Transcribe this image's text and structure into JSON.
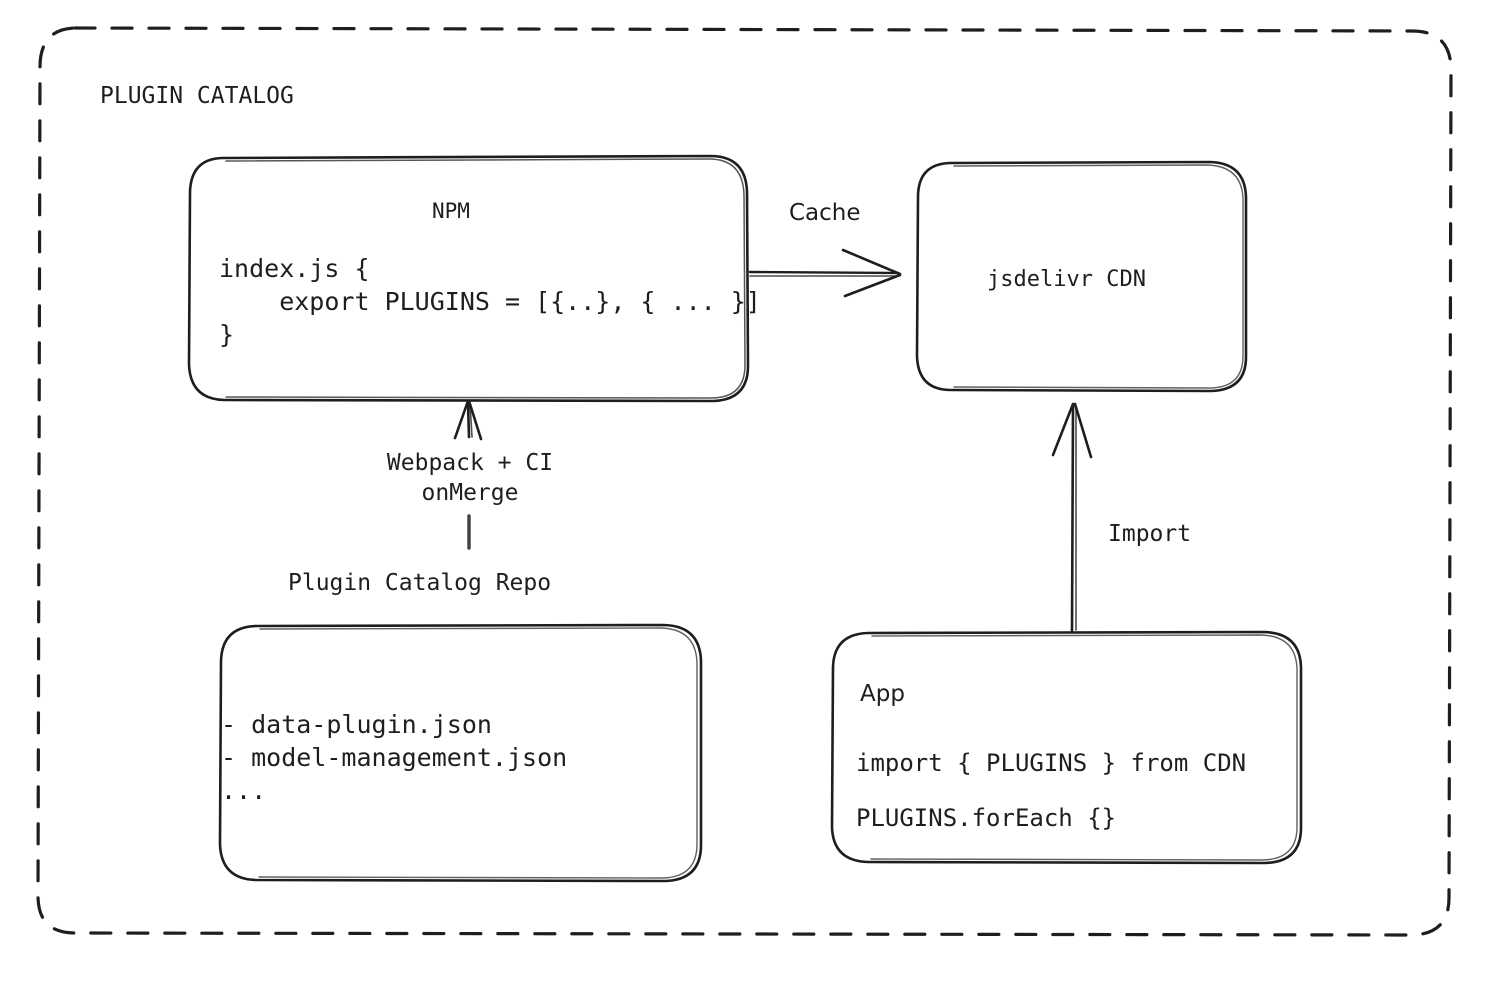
{
  "diagram": {
    "type": "architecture-flow",
    "title": "PLUGIN CATALOG",
    "stroke_color": "#1e1e1e",
    "background_color": "#ffffff",
    "container": {
      "label": "PLUGIN CATALOG",
      "border_style": "dashed",
      "name": "plugin-catalog-group"
    },
    "nodes": [
      {
        "id": "npm",
        "title": "NPM",
        "body": "index.js {\n    export PLUGINS = [{..}, { ... }]\n}",
        "shape": "rounded-rect"
      },
      {
        "id": "cdn",
        "title": "jsdelivr CDN",
        "body": "",
        "shape": "rounded-rect"
      },
      {
        "id": "repo",
        "title": "Plugin Catalog Repo",
        "body": "- data-plugin.json\n- model-management.json\n...",
        "shape": "rounded-rect"
      },
      {
        "id": "app",
        "title": "App",
        "body": "import { PLUGINS } from CDN\n\nPLUGINS.forEach {}",
        "shape": "rounded-rect"
      }
    ],
    "edges": [
      {
        "id": "npm-to-cdn",
        "from": "npm",
        "to": "cdn",
        "label": "Cache",
        "direction": "right"
      },
      {
        "id": "repo-to-npm",
        "from": "repo",
        "to": "npm",
        "label": "Webpack + CI\nonMerge",
        "direction": "up"
      },
      {
        "id": "cdn-to-app",
        "from": "app",
        "to": "cdn",
        "label": "Import",
        "direction": "up"
      }
    ]
  },
  "labels": {
    "group_title": "PLUGIN CATALOG",
    "npm_title": "NPM",
    "npm_code": "index.js {\n    export PLUGINS = [{..}, { ... }]\n}",
    "cdn_title": "jsdelivr CDN",
    "cache_edge": "Cache",
    "webpack_edge": "Webpack + CI\nonMerge",
    "repo_title": "Plugin Catalog Repo",
    "repo_list": "- data-plugin.json\n- model-management.json\n...",
    "import_edge": "Import",
    "app_title": "App",
    "app_code": "import { PLUGINS } from CDN\nPLUGINS.forEach {}"
  }
}
